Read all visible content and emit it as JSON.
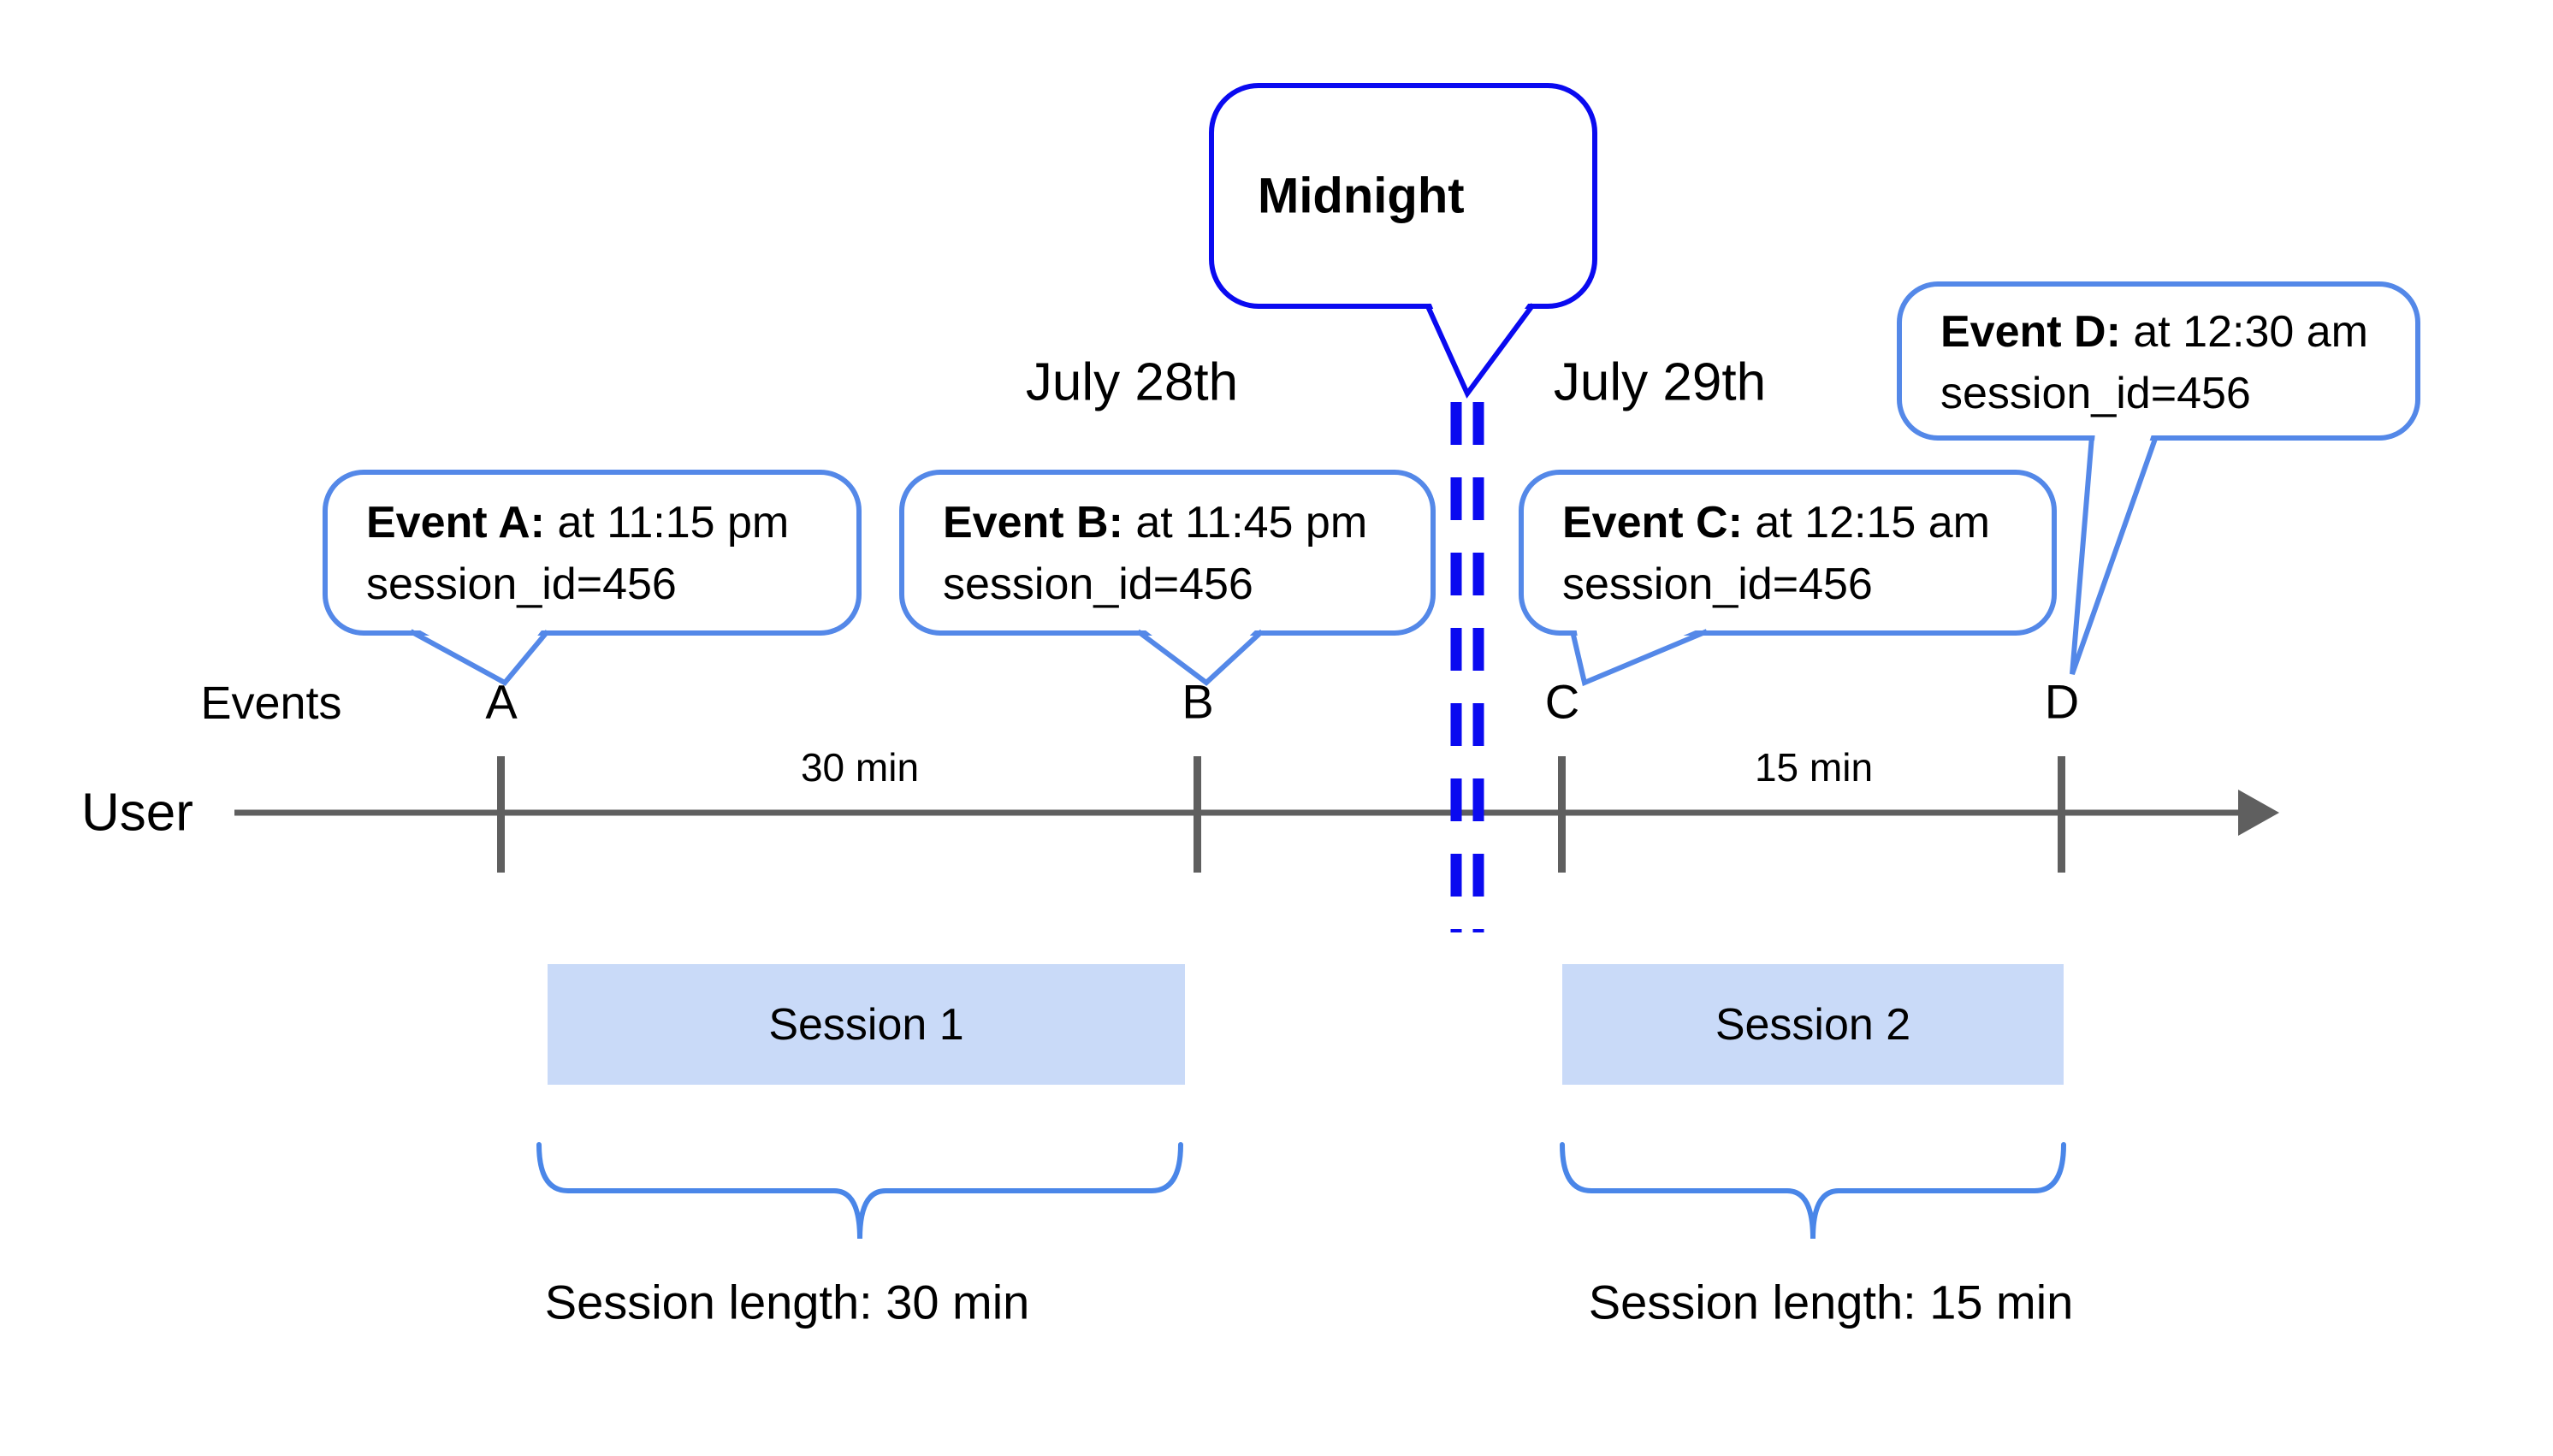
{
  "title": "User sessions across midnight timeline diagram",
  "timeline": {
    "row_label": "User",
    "events_label": "Events",
    "tick_labels": [
      "A",
      "B",
      "C",
      "D"
    ],
    "segment_durations": [
      "30 min",
      "15 min"
    ],
    "day_labels": [
      "July 28th",
      "July 29th"
    ],
    "midnight_label": "Midnight"
  },
  "event_bubbles": [
    {
      "bold": "Event A:",
      "rest": " at 11:15 pm",
      "line2": "session_id=456"
    },
    {
      "bold": "Event B:",
      "rest": " at 11:45 pm",
      "line2": "session_id=456"
    },
    {
      "bold": "Event C:",
      "rest": " at 12:15 am",
      "line2": "session_id=456"
    },
    {
      "bold": "Event D:",
      "rest": " at 12:30 am",
      "line2": "session_id=456"
    }
  ],
  "sessions": [
    {
      "name": "Session 1",
      "length": "Session length: 30 min"
    },
    {
      "name": "Session 2",
      "length": "Session length: 15 min"
    }
  ],
  "colors": {
    "event_bubble_border": "#5488e8",
    "midnight_bubble_border": "#0a0af0",
    "midnight_dash": "#0a0af0",
    "session_fill": "#c9daf8",
    "brace": "#4a86e8",
    "timeline_gray": "#5f5f5f",
    "text": "#000000",
    "background": "#ffffff"
  }
}
